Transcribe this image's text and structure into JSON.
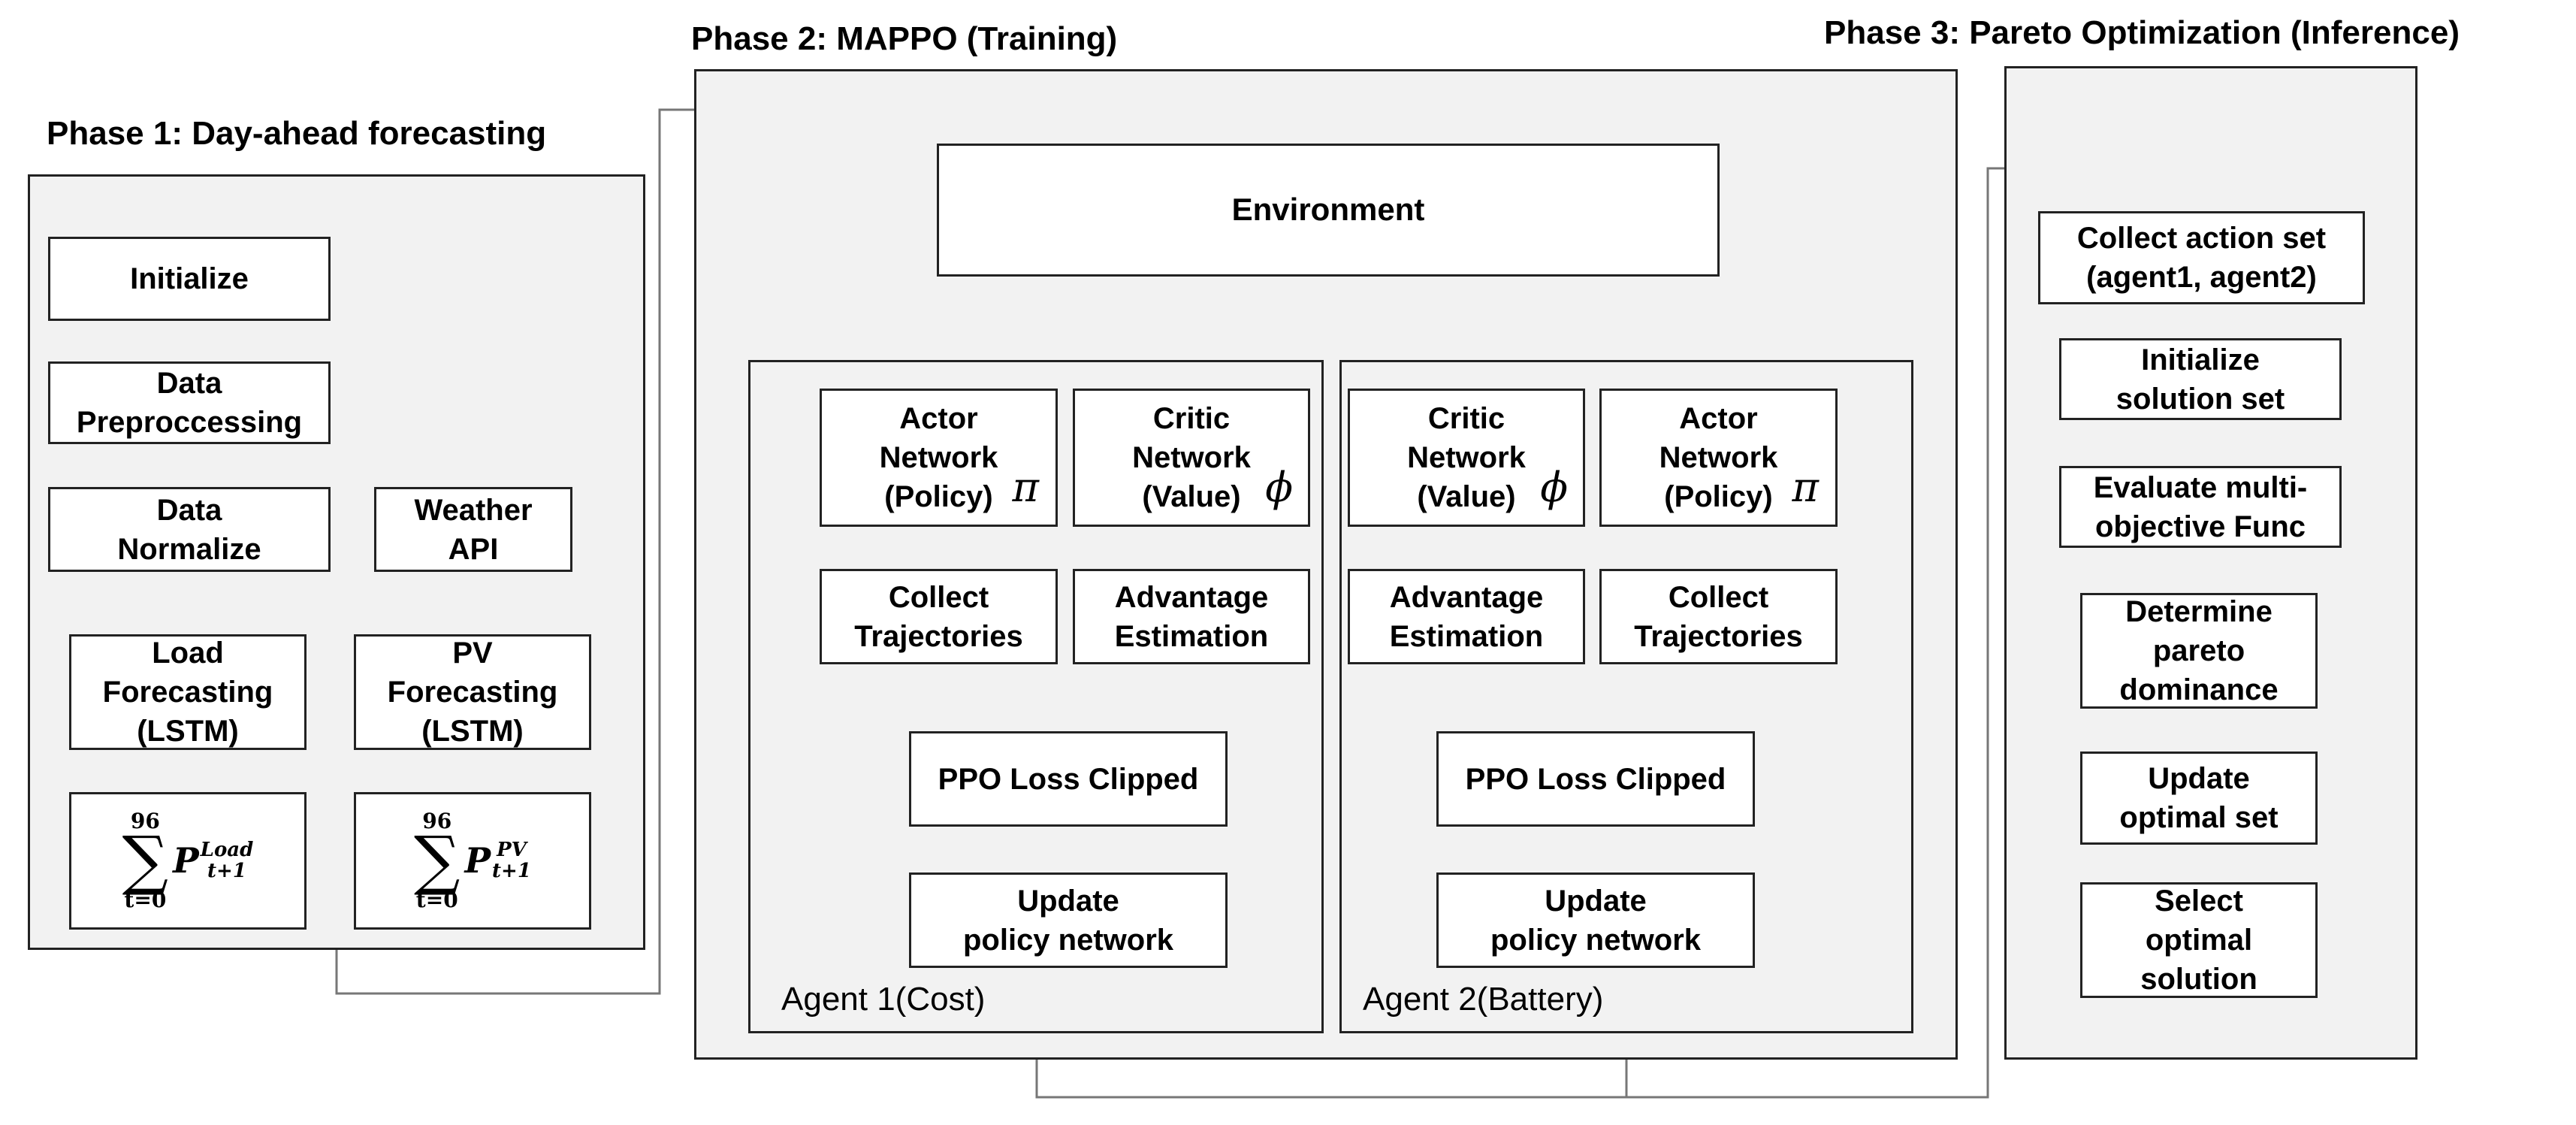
{
  "phases": {
    "p1": {
      "title": "Phase 1: Day-ahead forecasting"
    },
    "p2": {
      "title": "Phase 2: MAPPO (Training)"
    },
    "p3": {
      "title": "Phase 3: Pareto Optimization (Inference)"
    }
  },
  "phase1": {
    "initialize": "Initialize",
    "preprocessing": "Data\nPreproccessing",
    "normalize": "Data\nNormalize",
    "weather": "Weather\nAPI",
    "load_forecast": "Load\nForecasting\n(LSTM)",
    "pv_forecast": "PV\nForecasting\n(LSTM)",
    "load_sum": {
      "upper": "96",
      "lower": "t=0",
      "p": "P",
      "sup": "Load",
      "sub": "t+1"
    },
    "pv_sum": {
      "upper": "96",
      "lower": "t=0",
      "p": "P",
      "sup": "PV",
      "sub": "t+1"
    }
  },
  "phase2": {
    "environment": "Environment",
    "agent1": {
      "label": "Agent 1(Cost)",
      "actor": "Actor\nNetwork\n(Policy)",
      "actor_symbol": "π",
      "critic": "Critic\nNetwork\n(Value)",
      "critic_symbol": "ϕ",
      "collect": "Collect\nTrajectories",
      "advantage": "Advantage\nEstimation",
      "ppo": "PPO Loss Clipped",
      "update": "Update\npolicy network"
    },
    "agent2": {
      "label": "Agent 2(Battery)",
      "critic": "Critic\nNetwork\n(Value)",
      "critic_symbol": "ϕ",
      "actor": "Actor\nNetwork\n(Policy)",
      "actor_symbol": "π",
      "advantage": "Advantage\nEstimation",
      "collect": "Collect\nTrajectories",
      "ppo": "PPO Loss Clipped",
      "update": "Update\npolicy network"
    }
  },
  "phase3": {
    "collect": "Collect action set\n(agent1, agent2)",
    "init": "Initialize\nsolution set",
    "evaluate": "Evaluate multi-\nobjective Func",
    "determine": "Determine\npareto\ndominance",
    "update": "Update\noptimal set",
    "select": "Select\noptimal\nsolution"
  },
  "colors": {
    "panel_bg": "#f2f2f2",
    "box_bg": "#ffffff",
    "line": "#222222",
    "connector": "#777777"
  }
}
